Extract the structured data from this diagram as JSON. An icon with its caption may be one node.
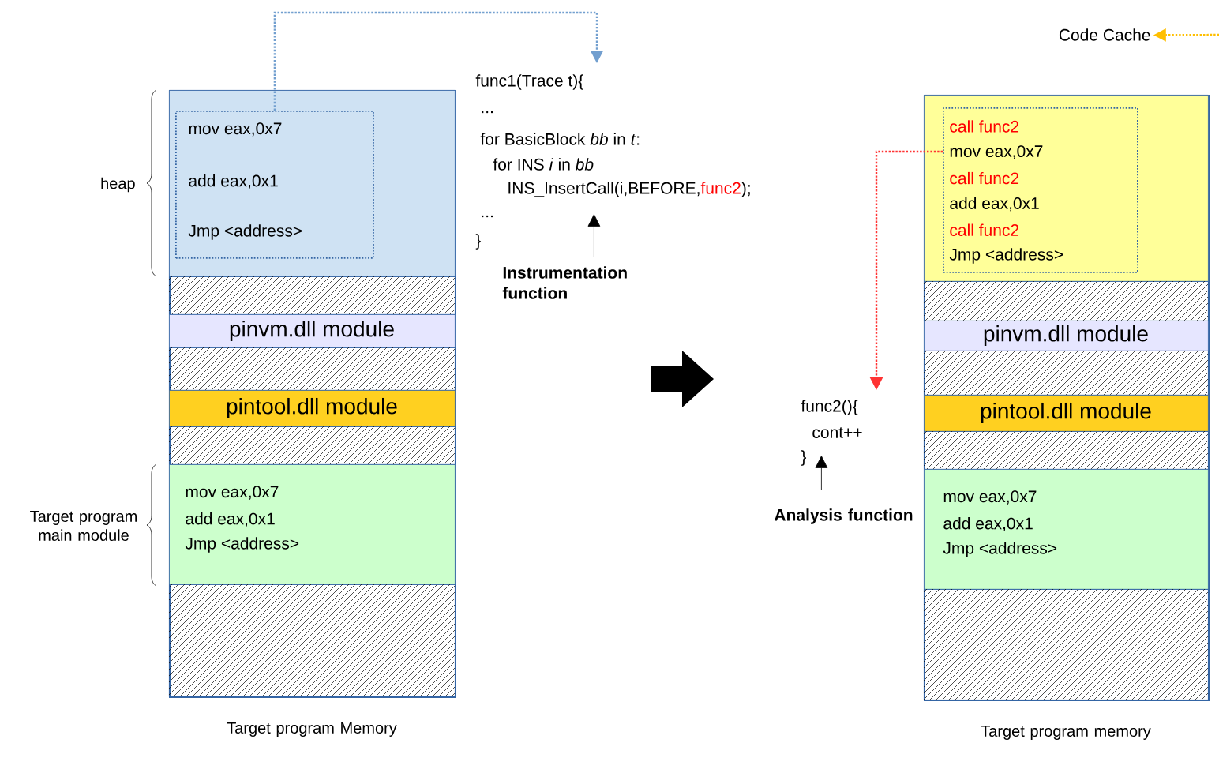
{
  "diagram": {
    "nodes": [
      {
        "text": [
          "Target program Memory"
        ]
      },
      {
        "text": [],
        "shape": "box",
        "in": 0
      },
      {
        "text": [
          "mov eax,0x7",
          "add eax,0x1",
          "Jmp <address>"
        ],
        "in": 1
      },
      {
        "text": [],
        "shape": "box",
        "in": 0
      },
      {
        "text": [
          "pinvm.dll module"
        ],
        "in": 0
      },
      {
        "text": [],
        "shape": "box",
        "in": 0
      },
      {
        "text": [
          "pintool.dll module"
        ],
        "in": 0
      },
      {
        "text": [],
        "shape": "box",
        "in": 0
      },
      {
        "text": [
          "mov eax,0x7",
          "add eax,0x1",
          "Jmp <address>"
        ],
        "in": 0
      },
      {
        "text": [],
        "shape": "box",
        "in": 0
      },
      {
        "text": [
          "func1(Trace t){",
          "...",
          "for BasicBlock *bb* in *t*:",
          "for INS *i* in *bb*",
          "INS_InsertCall(i,BEFORE,",
          "func2",
          ");",
          "...",
          "}"
        ]
      },
      {
        "text": [
          "Instrumentation function"
        ]
      },
      {
        "text": [
          "func2(){",
          "cont++",
          "}"
        ]
      },
      {
        "text": [
          "Analysis function"
        ]
      },
      {
        "text": [
          "Target program memory"
        ]
      },
      {
        "text": [],
        "shape": "box",
        "in": 14
      },
      {
        "text": [
          "call func2",
          "mov eax,0x7",
          "call func2",
          "add eax,0x1",
          "call func2",
          "Jmp <address>"
        ],
        "in": 15
      },
      {
        "text": [],
        "shape": "box",
        "in": 14
      },
      {
        "text": [
          "pinvm.dll module"
        ],
        "in": 14
      },
      {
        "text": [],
        "shape": "box",
        "in": 14
      },
      {
        "text": [
          "pintool.dll module"
        ],
        "in": 14
      },
      {
        "text": [],
        "shape": "box",
        "in": 14
      },
      {
        "text": [
          "mov eax,0x7",
          "add eax,0x1",
          "Jmp <address>"
        ],
        "in": 14
      },
      {
        "text": [],
        "shape": "box",
        "in": 14
      },
      {
        "text": [
          "Code Cache"
        ]
      }
    ],
    "edges": [
      {
        "from": 2,
        "to": 10,
        "arrow": "to",
        "style": "dashed",
        "color": "#729fcf"
      },
      {
        "from": 11,
        "to": 10,
        "arrow": "to"
      },
      {
        "from": 13,
        "to": 12,
        "arrow": "to"
      },
      {
        "from": 16,
        "to": 12,
        "arrow": "to",
        "style": "dashed",
        "color": "#ff3333"
      },
      {
        "from": null,
        "to": 24,
        "arrow": "to",
        "style": "dashed",
        "color": "#ffbf00"
      }
    ],
    "labels": [
      "heap",
      "Target program main module"
    ]
  }
}
